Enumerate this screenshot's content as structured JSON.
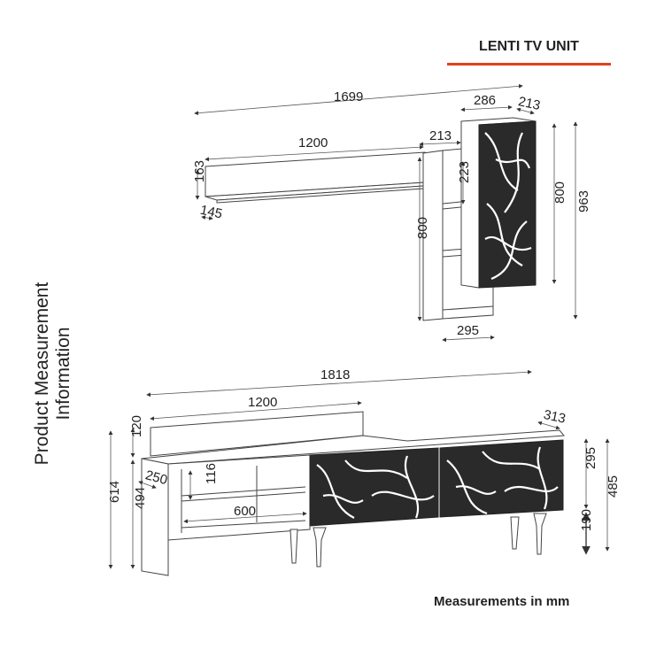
{
  "header": {
    "title": "LENTI TV UNIT",
    "accent_color": "#e0401f"
  },
  "side_label": "Product Measurement Information",
  "footer": {
    "units_note": "Measurements in mm"
  },
  "wall_unit": {
    "total_width": "1699",
    "cabinet_width": "286",
    "cabinet_depth": "213",
    "shelf_width": "1200",
    "tower_width": "213",
    "shelf_height": "163",
    "shelf_depth": "145",
    "tower_compartment_height": "223",
    "tower_height": "800",
    "cabinet_height": "800",
    "total_height": "963",
    "tower_base_width": "295"
  },
  "tv_stand": {
    "total_width": "1818",
    "open_unit_width": "1200",
    "depth": "313",
    "backboard_height": "120",
    "open_unit_depth": "250",
    "compartment_height": "116",
    "total_height": "614",
    "body_height": "494",
    "compartment_width": "600",
    "cabinet_height": "295",
    "cabinet_total_height": "485",
    "leg_height": "190"
  }
}
